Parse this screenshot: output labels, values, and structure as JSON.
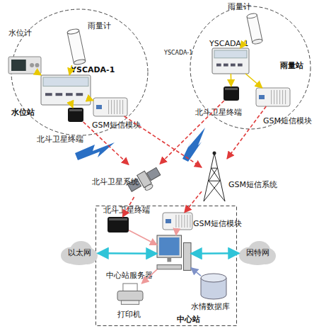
{
  "diagram": {
    "nodes": [
      {
        "text": [
          "水位站"
        ]
      },
      {
        "text": [
          "水位计"
        ],
        "in": 0
      },
      {
        "text": [
          "雨量计"
        ],
        "in": 0
      },
      {
        "text": [
          "YSCADA-1"
        ],
        "in": 0
      },
      {
        "text": [
          "GSM短信模块"
        ],
        "in": 0
      },
      {
        "text": [
          "北斗卫星终端"
        ],
        "in": 0
      },
      {
        "text": [
          "雨量站"
        ]
      },
      {
        "text": [
          "雨量计"
        ],
        "in": 6
      },
      {
        "text": [
          "YSCADA-1"
        ],
        "in": 6
      },
      {
        "text": [
          "北斗卫星终端"
        ],
        "in": 6
      },
      {
        "text": [
          "GSM短信模块"
        ],
        "in": 6
      },
      {
        "text": [
          "北斗卫星系统"
        ]
      },
      {
        "text": [
          "GSM短信系统"
        ]
      },
      {
        "text": [
          "中心站"
        ]
      },
      {
        "text": [
          "北斗卫星终端"
        ],
        "in": 13
      },
      {
        "text": [
          "GSM短信模块"
        ],
        "in": 13
      },
      {
        "text": [
          "中心站服务器"
        ],
        "in": 13
      },
      {
        "text": [
          "以太网"
        ]
      },
      {
        "text": [
          "因特网"
        ]
      },
      {
        "text": [
          "打印机"
        ],
        "in": 13
      },
      {
        "text": [
          "水情数据库"
        ],
        "in": 13
      }
    ],
    "edges": [
      {
        "from": 1,
        "to": 3,
        "arrow": "to"
      },
      {
        "from": 2,
        "to": 3,
        "arrow": "to"
      },
      {
        "from": 3,
        "to": 4,
        "arrow": "to"
      },
      {
        "from": 3,
        "to": 5,
        "arrow": "to"
      },
      {
        "from": 7,
        "to": 8,
        "arrow": "to"
      },
      {
        "from": 8,
        "to": 9,
        "arrow": "to"
      },
      {
        "from": 8,
        "to": 10,
        "arrow": "to"
      },
      {
        "from": 5,
        "to": 11,
        "arrow": "to"
      },
      {
        "from": 4,
        "to": 12,
        "arrow": "to"
      },
      {
        "from": 9,
        "to": 11,
        "arrow": "to"
      },
      {
        "from": 10,
        "to": 12,
        "arrow": "to"
      },
      {
        "from": 11,
        "to": 14,
        "arrow": "to"
      },
      {
        "from": 12,
        "to": 15,
        "arrow": "to"
      },
      {
        "from": 14,
        "to": 16,
        "arrow": "to"
      },
      {
        "from": 15,
        "to": 16,
        "arrow": "to"
      },
      {
        "from": 16,
        "to": 17,
        "arrow": "both"
      },
      {
        "from": 16,
        "to": 18,
        "arrow": "both"
      },
      {
        "from": 16,
        "to": 19,
        "arrow": "to"
      },
      {
        "from": 20,
        "to": 16,
        "arrow": "to"
      }
    ],
    "labels": [
      "YSCADA-1"
    ]
  }
}
